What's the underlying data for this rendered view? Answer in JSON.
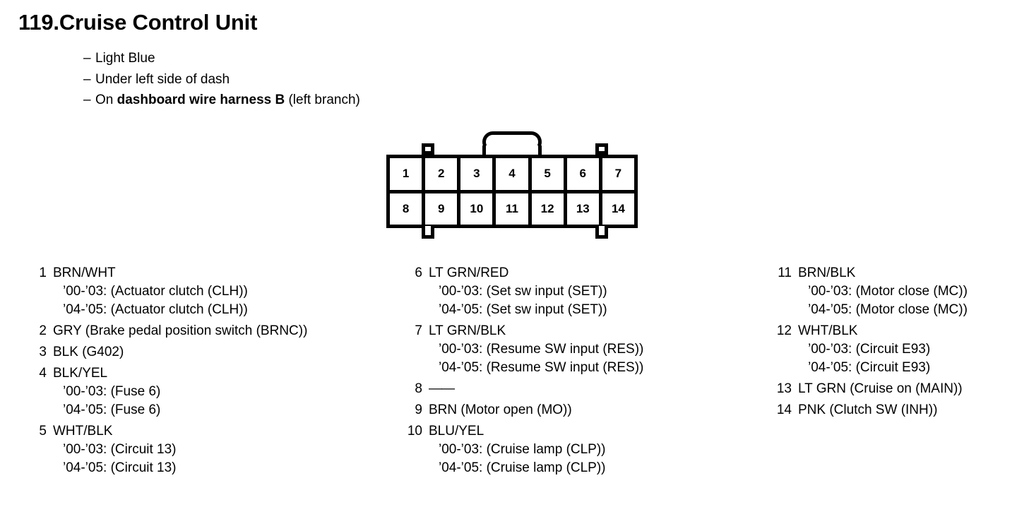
{
  "title": {
    "number": "119.",
    "name": "Cruise Control Unit"
  },
  "notes": [
    {
      "dash": "–",
      "text": "Light Blue"
    },
    {
      "dash": "–",
      "text": "Under left side of dash"
    },
    {
      "dash": "–",
      "text_prefix": "On ",
      "text_bold": "dashboard wire harness B",
      "text_suffix": " (left branch)"
    }
  ],
  "connector": {
    "name": "14-pin-connector",
    "rows": [
      [
        "1",
        "2",
        "3",
        "4",
        "5",
        "6",
        "7"
      ],
      [
        "8",
        "9",
        "10",
        "11",
        "12",
        "13",
        "14"
      ]
    ]
  },
  "legend": {
    "column1": [
      {
        "num": "1",
        "label": "BRN/WHT",
        "subs": [
          "’00-’03: (Actuator clutch (CLH))",
          "’04-’05: (Actuator clutch (CLH))"
        ]
      },
      {
        "num": "2",
        "label": "GRY (Brake pedal position switch (BRNC))",
        "subs": []
      },
      {
        "num": "3",
        "label": "BLK (G402)",
        "subs": []
      },
      {
        "num": "4",
        "label": "BLK/YEL",
        "subs": [
          "’00-’03: (Fuse 6)",
          "’04-’05: (Fuse 6)"
        ]
      },
      {
        "num": "5",
        "label": "WHT/BLK",
        "subs": [
          "’00-’03: (Circuit 13)",
          "’04-’05: (Circuit 13)"
        ]
      }
    ],
    "column2": [
      {
        "num": "6",
        "label": "LT GRN/RED",
        "subs": [
          "’00-’03: (Set sw input (SET))",
          "’04-’05: (Set sw input (SET))"
        ]
      },
      {
        "num": "7",
        "label": "LT GRN/BLK",
        "subs": [
          "’00-’03: (Resume SW input (RES))",
          "’04-’05: (Resume SW input (RES))"
        ]
      },
      {
        "num": "8",
        "label": "——",
        "subs": []
      },
      {
        "num": "9",
        "label": "BRN (Motor open (MO))",
        "subs": []
      },
      {
        "num": "10",
        "label": "BLU/YEL",
        "subs": [
          "’00-’03: (Cruise lamp (CLP))",
          "’04-’05: (Cruise lamp (CLP))"
        ]
      }
    ],
    "column3": [
      {
        "num": "11",
        "label": "BRN/BLK",
        "subs": [
          "’00-’03: (Motor close (MC))",
          "’04-’05: (Motor close (MC))"
        ]
      },
      {
        "num": "12",
        "label": "WHT/BLK",
        "subs": [
          "’00-’03: (Circuit E93)",
          "’04-’05: (Circuit E93)"
        ]
      },
      {
        "num": "13",
        "label": "LT GRN (Cruise on (MAIN))",
        "subs": []
      },
      {
        "num": "14",
        "label": "PNK (Clutch SW (INH))",
        "subs": []
      }
    ]
  },
  "colors": {
    "ink": "#000000",
    "paper": "#ffffff"
  }
}
